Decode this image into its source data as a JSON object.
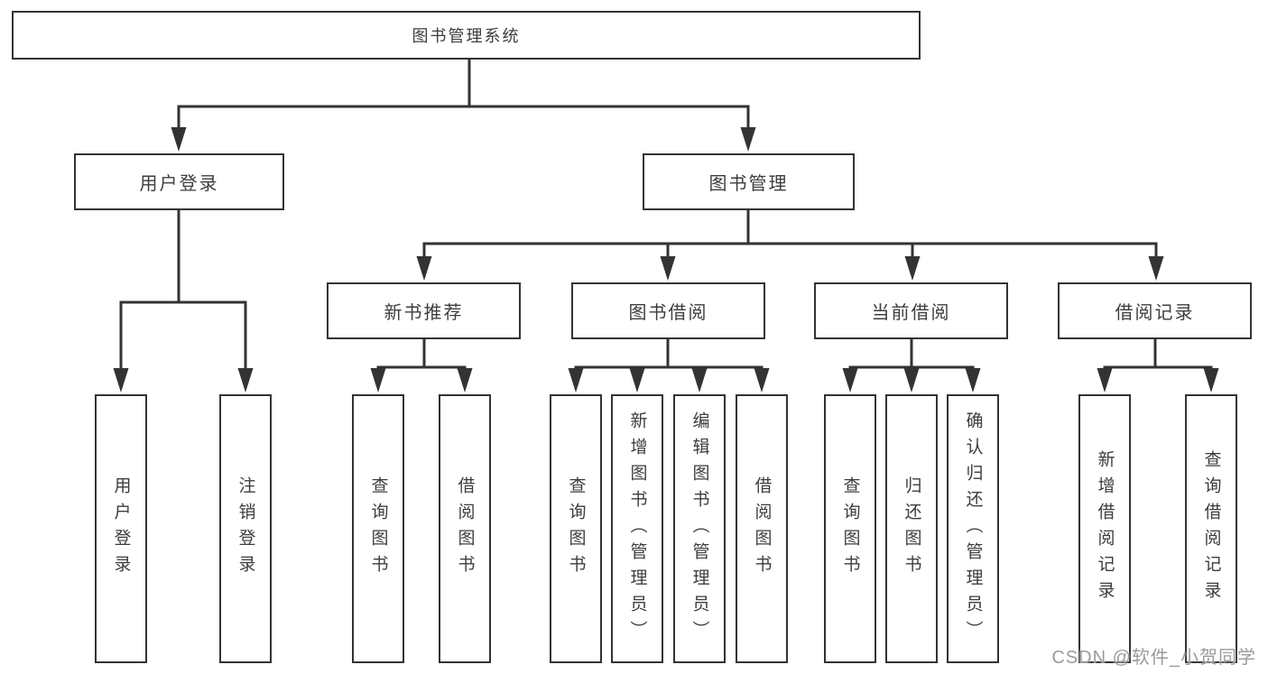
{
  "tree": {
    "root": "图书管理系统",
    "branches": [
      {
        "label": "用户登录",
        "children": [
          "用户登录",
          "注销登录"
        ]
      },
      {
        "label": "图书管理",
        "groups": [
          {
            "label": "新书推荐",
            "children": [
              "查询图书",
              "借阅图书"
            ]
          },
          {
            "label": "图书借阅",
            "children": [
              "查询图书",
              "新增图书（管理员）",
              "编辑图书（管理员）",
              "借阅图书"
            ]
          },
          {
            "label": "当前借阅",
            "children": [
              "查询图书",
              "归还图书",
              "确认归还（管理员）"
            ]
          },
          {
            "label": "借阅记录",
            "children": [
              "新增借阅记录",
              "查询借阅记录"
            ]
          }
        ]
      }
    ]
  },
  "watermark": "CSDN @软件_小贺同学",
  "colors": {
    "line": "#333333",
    "border": "#333333",
    "fill": "#ffffff",
    "text": "#3d3d3d",
    "watermark": "#9b9b9b"
  }
}
